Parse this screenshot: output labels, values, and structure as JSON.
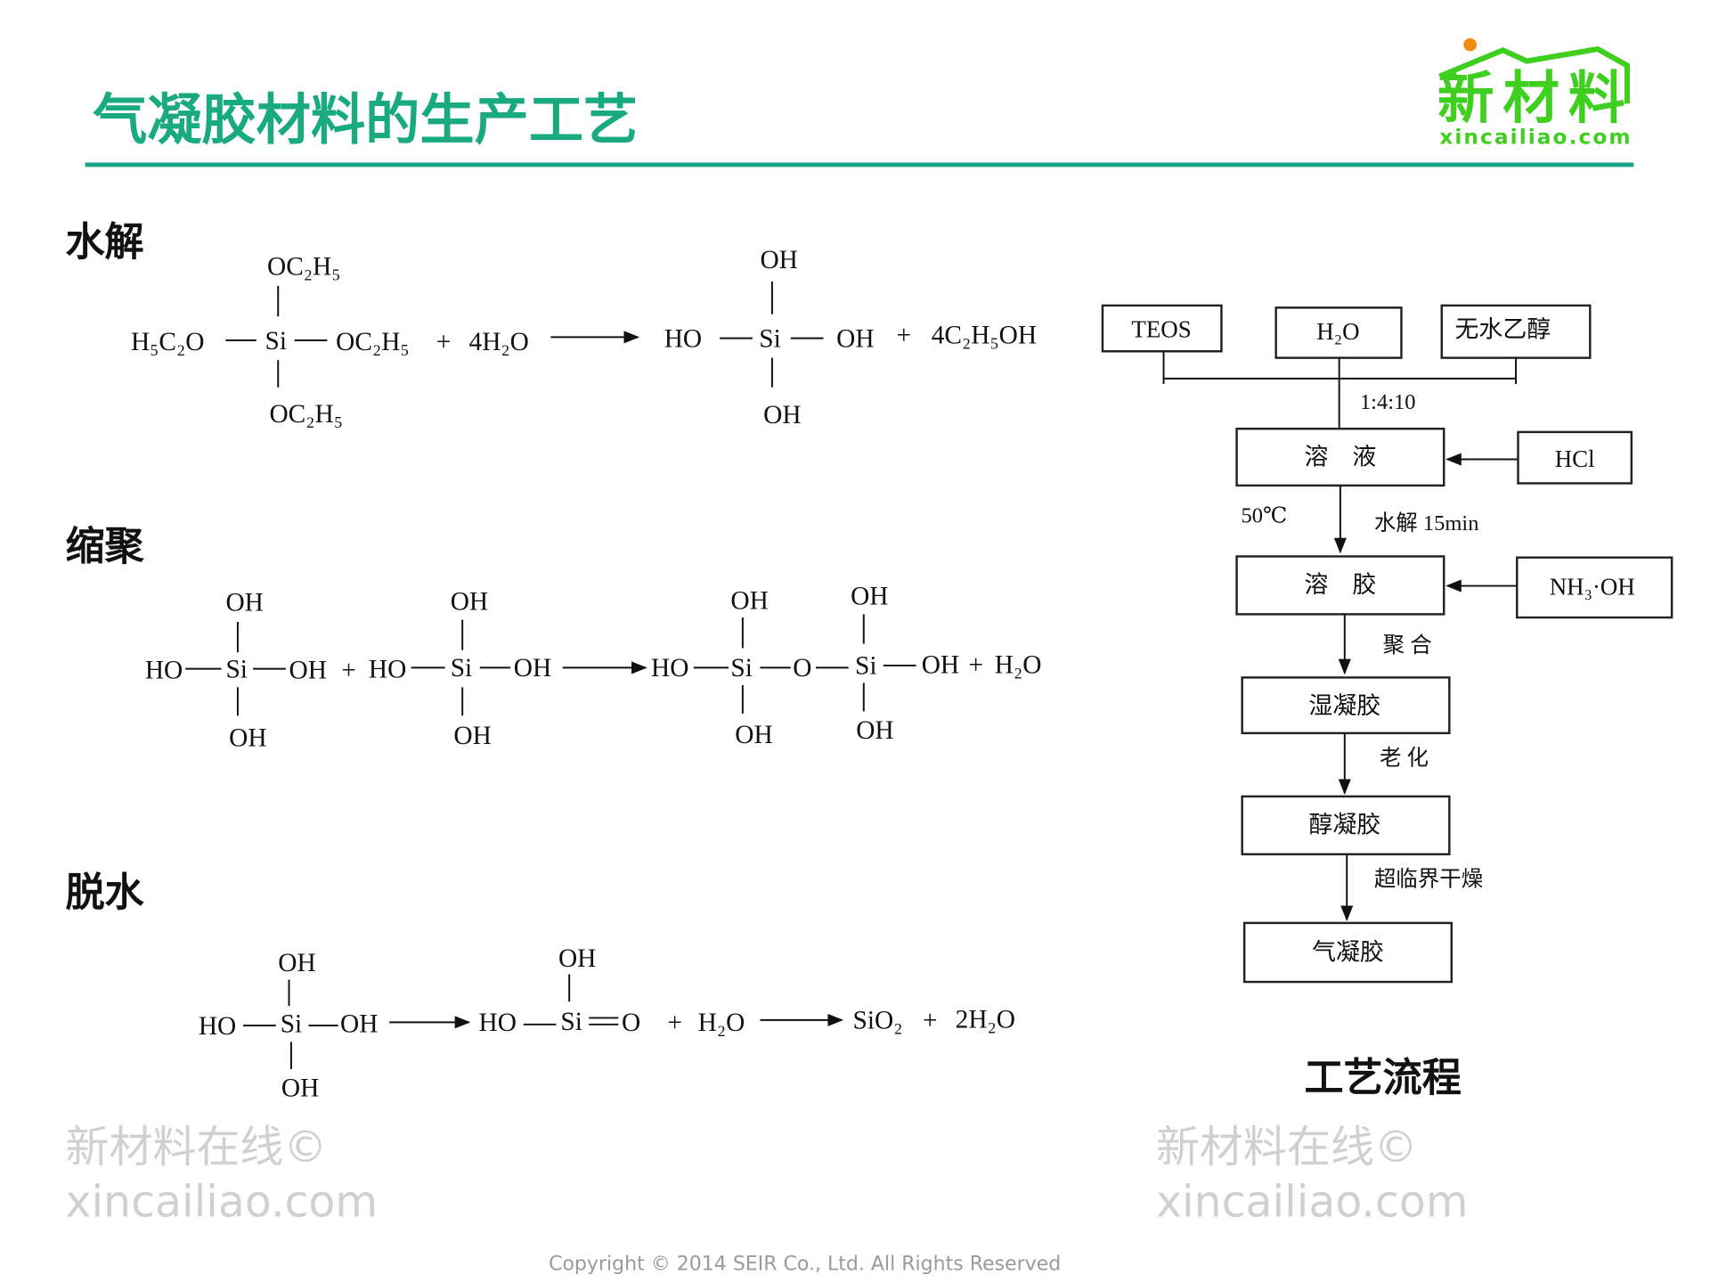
{
  "header": {
    "title": "气凝胶材料的生产工艺",
    "logo_text": "新材料",
    "logo_url_text": "xincailiao.com",
    "accent": "#19aa7f",
    "logo_green": "#3ecf1f"
  },
  "sections": {
    "hydrolysis": "水解",
    "condensation": "缩聚",
    "dehydration": "脱水",
    "flow": "工艺流程"
  },
  "hydrolysis": [
    "OC₂H₅",
    "H₅C₂O",
    "Si",
    "OC₂H₅",
    "+",
    "4H₂O",
    "OC₂H₅",
    "OH",
    "HO",
    "Si",
    "OH",
    "+",
    "4C₂H₅OH",
    "OH"
  ],
  "condensation": [
    "OH",
    "HO",
    "Si",
    "OH",
    "OH",
    "+",
    "HO",
    "Si",
    "OH",
    "OH",
    "OH",
    "HO",
    "Si",
    "O",
    "Si",
    "OH",
    "+",
    "H₂O",
    "OH",
    "OH",
    "OH",
    "OH"
  ],
  "dehydration": [
    "OH",
    "HO",
    "Si",
    "OH",
    "OH",
    "HO",
    "Si",
    "O",
    "+",
    "H₂O",
    "SiO₂",
    "+",
    "2H₂O",
    "OH"
  ],
  "flow": {
    "teos": "TEOS",
    "water": "H₂O",
    "ethanol": "无水乙醇",
    "ratio": "1:4:10",
    "solution": "溶　液",
    "hcl": "HCl",
    "temp": "50℃",
    "hydrolysis_time": "水解 15min",
    "sol": "溶　胶",
    "nh3": "NH₃·OH",
    "polymerize": "聚 合",
    "wet_gel": "湿凝胶",
    "aging": "老 化",
    "alcogel": "醇凝胶",
    "drying": "超临界干燥",
    "aerogel": "气凝胶"
  },
  "watermark": {
    "line1": "新材料在线©",
    "line2": "xincailiao.com"
  },
  "footer": {
    "copyright": "Copyright © 2014  SEIR Co., Ltd. All Rights Reserved"
  }
}
